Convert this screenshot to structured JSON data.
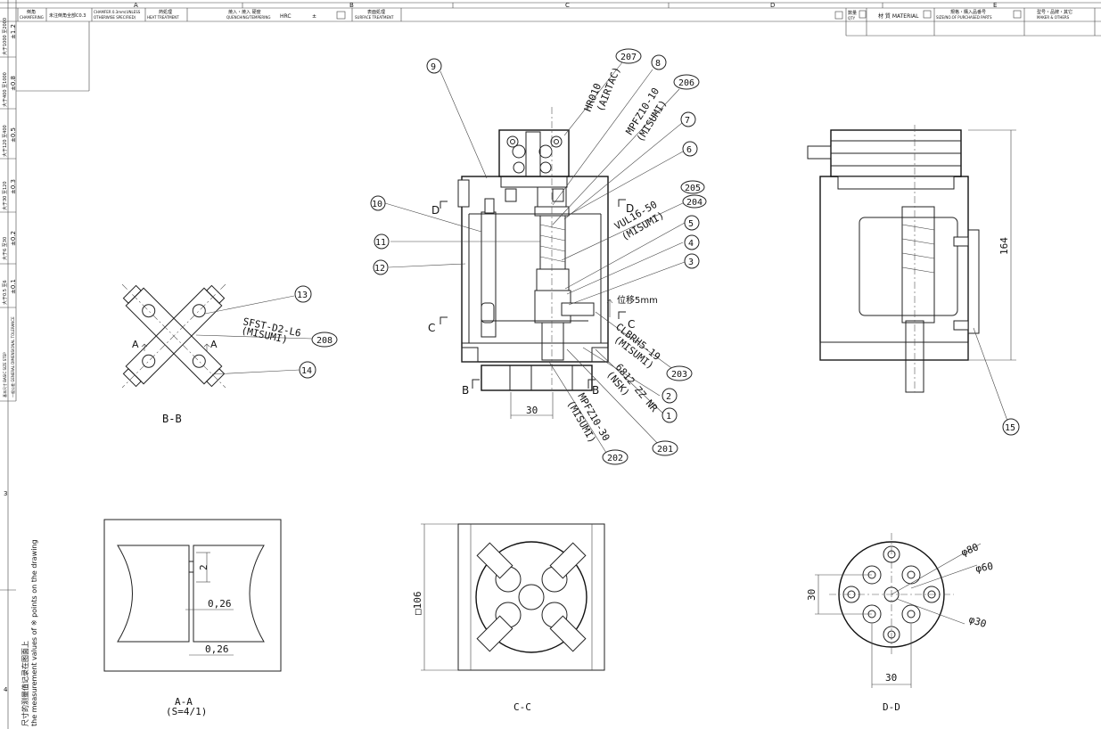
{
  "title_block": {
    "zone_letters": [
      "A",
      "B",
      "C",
      "D",
      "E"
    ],
    "row_numbers": [
      "3",
      "4"
    ],
    "chamfer_label": "倒角",
    "chamfer_label_en": "CHAMFERING",
    "chamfer_note": "未注倒角全部C0.3",
    "chamfer_note_en1": "CHAMFER 0.3mm(UNLESS",
    "chamfer_note_en2": "OTHERWISE SPECIFIED)",
    "heat_label": "熱処理",
    "heat_label_en": "HEAT TREATMENT",
    "hardening_label": "焼入・焼入 硬度",
    "hardening_label_en": "QUENCHING/TEMPERING",
    "hrc": "HRC",
    "pm": "±",
    "surface_label": "表面処理",
    "surface_label_en": "SURFACE TREATMENT",
    "qty_label": "数量",
    "qty_label_en": "QTY",
    "material_label": "材 質 MATERIAL",
    "size_label": "規格・購入品番号",
    "size_label_en": "SIZE/NO.OF PURCHASED PARTS",
    "maker_label": "型号・品牌・其它",
    "maker_label_en": "MAKER & OTHERS"
  },
  "tolerance_table": [
    {
      "range": "大于1000 至2000",
      "value": "±1.2"
    },
    {
      "range": "大于400 至1000",
      "value": "±0.8"
    },
    {
      "range": "大于120 至400",
      "value": "±0.5"
    },
    {
      "range": "大于30 至120",
      "value": "±0.3"
    },
    {
      "range": "大于6 至30",
      "value": "±0.2"
    },
    {
      "range": "大于0.5 至6",
      "value": "±0.1"
    }
  ],
  "tolerance_footer": "一般公差 GENERAL DIMENSIONAL TOLERANCE",
  "tolerance_basic": "基本尺寸 BASIC SIZE STEP",
  "side_note1": "尺寸的测量值记录在图面上",
  "side_note2": "the measurement values of ※ points on the drawing",
  "balloons": {
    "b1": "1",
    "b2": "2",
    "b3": "3",
    "b4": "4",
    "b5": "5",
    "b6": "6",
    "b7": "7",
    "b8": "8",
    "b9": "9",
    "b10": "10",
    "b11": "11",
    "b12": "12",
    "b13": "13",
    "b14": "14",
    "b15": "15",
    "b201": "201",
    "b202": "202",
    "b203": "203",
    "b204": "204",
    "b205": "205",
    "b206": "206",
    "b207": "207",
    "b208": "208"
  },
  "callouts": {
    "hr010": "HR010",
    "airtac": "(AIRTAC)",
    "mpfz10_10": "MPFZ10-10",
    "misumi": "(MISUMI)",
    "vul": "VUL16-50",
    "clbrh": "CLBRH5-19",
    "bearing": "6812 ZZ NR",
    "nsk": "(NSK)",
    "mpfz10_30": "MPFZ10-30",
    "sfst": "SFST-D2-L6",
    "stroke": "位移5mm"
  },
  "dims": {
    "d30_front": "30",
    "d164": "164",
    "d2": "2",
    "d026a": "0,26",
    "d026b": "0,26",
    "d106": "□106",
    "phi80": "φ80",
    "phi60": "φ60",
    "phi30": "φ30",
    "dd30v": "30",
    "dd30h": "30"
  },
  "section_marks": {
    "a": "A",
    "b": "B",
    "c": "C",
    "d": "D"
  },
  "view_labels": {
    "bb": "B-B",
    "aa": "A-A",
    "aa_scale": "(S=4/1)",
    "cc": "C-C",
    "dd": "D-D"
  }
}
